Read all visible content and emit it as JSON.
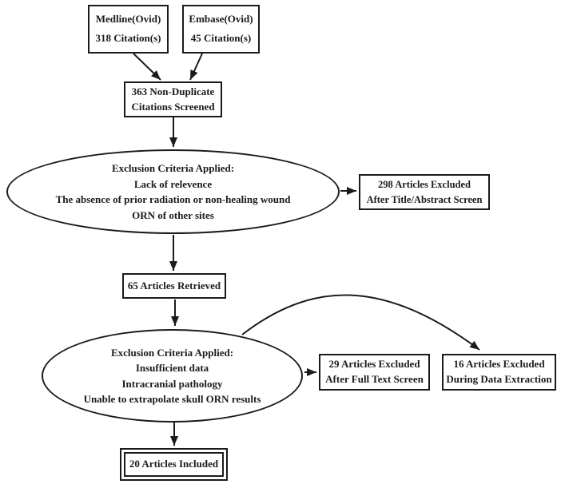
{
  "diagram": {
    "type": "flowchart",
    "background_color": "#ffffff",
    "ink_color": "#1b1b1b",
    "nodes": {
      "medline": {
        "shape": "box",
        "lines": [
          "Medline(Ovid)",
          "318 Citation(s)"
        ]
      },
      "embase": {
        "shape": "box",
        "lines": [
          "Embase(Ovid)",
          "45 Citation(s)"
        ]
      },
      "screened": {
        "shape": "box",
        "lines": [
          "363 Non-Duplicate",
          "Citations Screened"
        ]
      },
      "exclusion1": {
        "shape": "ellipse",
        "lines": [
          "Exclusion Criteria Applied:",
          "Lack of relevence",
          "The absence of prior radiation or non-healing wound",
          "ORN of other sites"
        ]
      },
      "title_screen": {
        "shape": "box",
        "lines": [
          "298 Articles Excluded",
          "After Title/Abstract Screen"
        ]
      },
      "retrieved": {
        "shape": "box",
        "lines": [
          "65 Articles Retrieved"
        ]
      },
      "exclusion2": {
        "shape": "ellipse",
        "lines": [
          "Exclusion Criteria Applied:",
          "Insufficient data",
          "Intracranial pathology",
          "Unable to extrapolate skull ORN results"
        ]
      },
      "full_text": {
        "shape": "box",
        "lines": [
          "29 Articles Excluded",
          "After Full Text Screen"
        ]
      },
      "extraction": {
        "shape": "box",
        "lines": [
          "16 Articles Excluded",
          "During Data Extraction"
        ]
      },
      "included": {
        "shape": "double-box",
        "lines": [
          "20 Articles Included"
        ]
      }
    },
    "edges": [
      "medline -> screened",
      "embase -> screened",
      "screened -> exclusion1",
      "exclusion1 -> title_screen",
      "exclusion1 -> retrieved",
      "retrieved -> exclusion2",
      "exclusion2 -> full_text",
      "retrieved -> extraction (curved)",
      "exclusion2 -> included"
    ]
  }
}
